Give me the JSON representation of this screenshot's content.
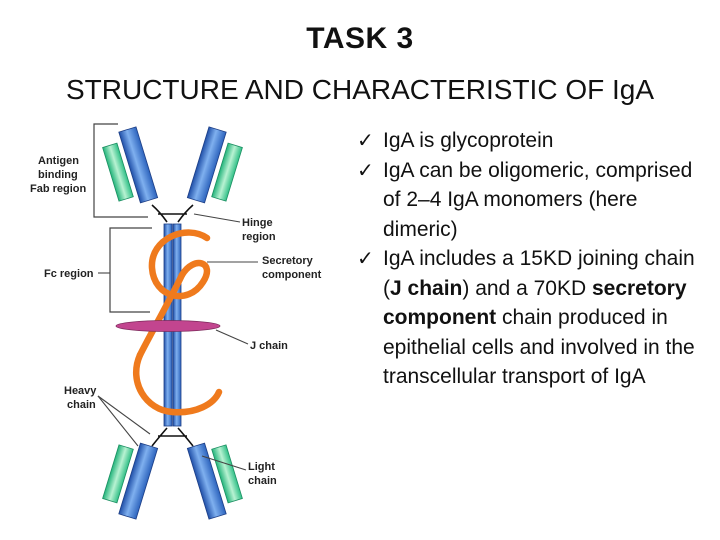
{
  "title": "TASK 3",
  "subtitle": "STRUCTURE AND CHARACTERISTIC OF IgA",
  "diagram": {
    "labels": {
      "antigen_1": "Antigen",
      "antigen_2": "binding",
      "antigen_3": "Fab region",
      "hinge_1": "Hinge",
      "hinge_2": "region",
      "fc": "Fc region",
      "secretory_1": "Secretory",
      "secretory_2": "component",
      "jchain": "J chain",
      "heavy_1": "Heavy",
      "heavy_2": "chain",
      "light_1": "Light",
      "light_2": "chain"
    },
    "colors": {
      "heavy_chain": "#3f7fd3",
      "light_chain": "#3fcf8f",
      "secretory_component": "#ef7a1d",
      "j_chain": "#c2458f"
    }
  },
  "bullets": [
    {
      "check": "✓",
      "text": "IgA is glycoprotein"
    },
    {
      "check": "✓",
      "text": "IgA can be oligomeric, comprised of 2–4 IgA monomers (here dimeric)"
    },
    {
      "check": "✓",
      "text_a": "IgA includes a 15KD joining chain (",
      "bold_a": "J chain",
      "text_b": ") and a 70KD ",
      "bold_b": "secretory component",
      "text_c": " chain produced in epithelial cells and involved in the transcellular transport of IgA"
    }
  ]
}
